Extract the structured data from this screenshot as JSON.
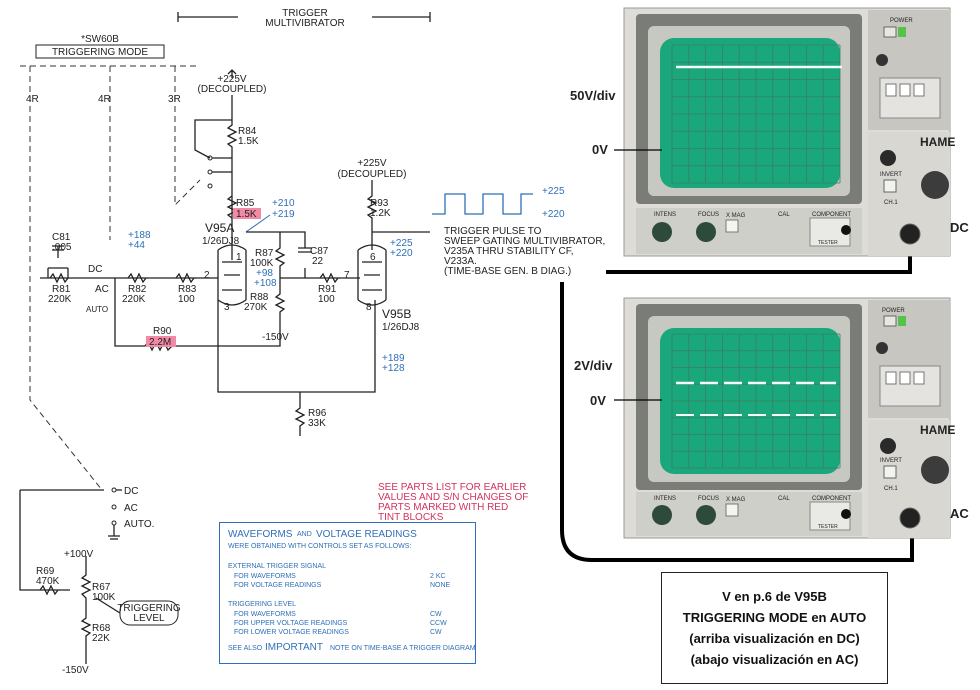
{
  "schematic": {
    "header": {
      "trigger_line1": "TRIGGER",
      "trigger_line2": "MULTIVIBRATOR"
    },
    "switch": {
      "name": "*SW60B",
      "title": "TRIGGERING MODE",
      "pos_4r_a": "4R",
      "pos_4r_b": "4R",
      "pos_3r": "3R"
    },
    "supply1": {
      "voltage": "+225V",
      "note": "(DECOUPLED)"
    },
    "supply2": {
      "voltage": "+225V",
      "note": "(DECOUPLED)"
    },
    "components": {
      "r84": {
        "ref": "R84",
        "value": "1.5K"
      },
      "r85": {
        "ref": "R85",
        "value": "1.5K"
      },
      "r81": {
        "ref": "R81",
        "value": "220K"
      },
      "r82": {
        "ref": "R82",
        "value": "220K"
      },
      "r83": {
        "ref": "R83",
        "value": "100"
      },
      "r87": {
        "ref": "R87",
        "value": "100K"
      },
      "r88": {
        "ref": "R88",
        "value": "270K"
      },
      "r90": {
        "ref": "R90",
        "value": "2.2M"
      },
      "r91": {
        "ref": "R91",
        "value": "100"
      },
      "r93": {
        "ref": "R93",
        "value": "1.2K"
      },
      "r96": {
        "ref": "R96",
        "value": "33K"
      },
      "c81": {
        "ref": "C81",
        "value": ".005"
      },
      "c87": {
        "ref": "C87",
        "value": "22"
      },
      "r69": {
        "ref": "R69",
        "value": "470K"
      },
      "r67": {
        "ref": "R67",
        "value": "100K"
      },
      "r68": {
        "ref": "R68",
        "value": "22K"
      }
    },
    "tubes": {
      "v95a": {
        "ref": "V95A",
        "type": "1/26DJ8"
      },
      "v95b": {
        "ref": "V95B",
        "type": "1/26DJ8"
      }
    },
    "pins": {
      "p1": "1",
      "p2": "2",
      "p3": "3",
      "p6": "6",
      "p7": "7",
      "p8": "8"
    },
    "readings": {
      "plate_a_1": "+210",
      "plate_a_2": "+219",
      "grid_in_1": "+188",
      "grid_in_2": "+44",
      "grid_b_1": "+98",
      "grid_b_2": "+108",
      "plate_b_1": "+225",
      "plate_b_2": "+220",
      "cath_1": "+189",
      "cath_2": "+128",
      "wave_hi": "+225",
      "wave_lo": "+220"
    },
    "dc_ac_small": {
      "dc": "DC",
      "ac": "AC",
      "auto": "AUTO"
    },
    "minus150": "-150V",
    "trigger_note": [
      "TRIGGER PULSE TO",
      "SWEEP GATING MULTIVIBRATOR,",
      "V235A THRU STABILITY CF,",
      "V233A.",
      "(TIME-BASE GEN. B DIAG.)"
    ],
    "red_note": [
      "SEE PARTS LIST FOR EARLIER",
      "VALUES AND S/N CHANGES OF",
      "PARTS MARKED WITH RED",
      "TINT BLOCKS"
    ],
    "switch2": {
      "dc": "DC",
      "ac": "AC",
      "auto": "AUTO."
    },
    "level": {
      "plus100": "+100V",
      "minus150": "-150V",
      "label1": "TRIGGERING",
      "label2": "LEVEL"
    }
  },
  "waveforms_box": {
    "title_a": "WAVEFORMS",
    "title_and": "AND",
    "title_b": "VOLTAGE READINGS",
    "subtitle": "WERE OBTAINED WITH CONTROLS SET AS FOLLOWS:",
    "section1": "EXTERNAL TRIGGER SIGNAL",
    "row1_label": "FOR WAVEFORMS",
    "row1_value": "2 KC",
    "row2_label": "FOR VOLTAGE READINGS",
    "row2_value": "NONE",
    "section2": "TRIGGERING LEVEL",
    "row3_label": "FOR WAVEFORMS",
    "row3_value": "CW",
    "row4_label": "FOR UPPER VOLTAGE READINGS",
    "row4_value": "CCW",
    "row5_label": "FOR LOWER VOLTAGE READINGS",
    "row5_value": "CW",
    "footer_a": "SEE ALSO",
    "footer_b": "IMPORTANT",
    "footer_c": "NOTE ON TIME-BASE A TRIGGER DIAGRAM"
  },
  "scope_top": {
    "scale": "50V/div",
    "zero": "0V",
    "coupling": "DC",
    "panel": {
      "power": "POWER",
      "intens": "INTENS",
      "focus": "FOCUS",
      "mag": "X MAG",
      "cal": "CAL",
      "component": "COMPONENT",
      "tester": "TESTER",
      "invert": "INVERT",
      "ch1": "CH.1",
      "brand": "HAME"
    }
  },
  "scope_bottom": {
    "scale": "2V/div",
    "zero": "0V",
    "coupling": "AC",
    "panel": {
      "power": "POWER",
      "intens": "INTENS",
      "focus": "FOCUS",
      "mag": "X MAG",
      "cal": "CAL",
      "component": "COMPONENT",
      "tester": "TESTER",
      "invert": "INVERT",
      "ch1": "CH.1",
      "brand": "HAME"
    }
  },
  "caption": {
    "line1": "V en p.6 de V95B",
    "line2": "TRIGGERING MODE en AUTO",
    "line3": "(arriba visualización en DC)",
    "line4": "(abajo  visualización en AC)"
  },
  "colors": {
    "schematic_blue": "#2f6fb7",
    "tint_red": "#d2335c",
    "screen_green": "#19a77b",
    "trace_white": "#f4fff8"
  }
}
